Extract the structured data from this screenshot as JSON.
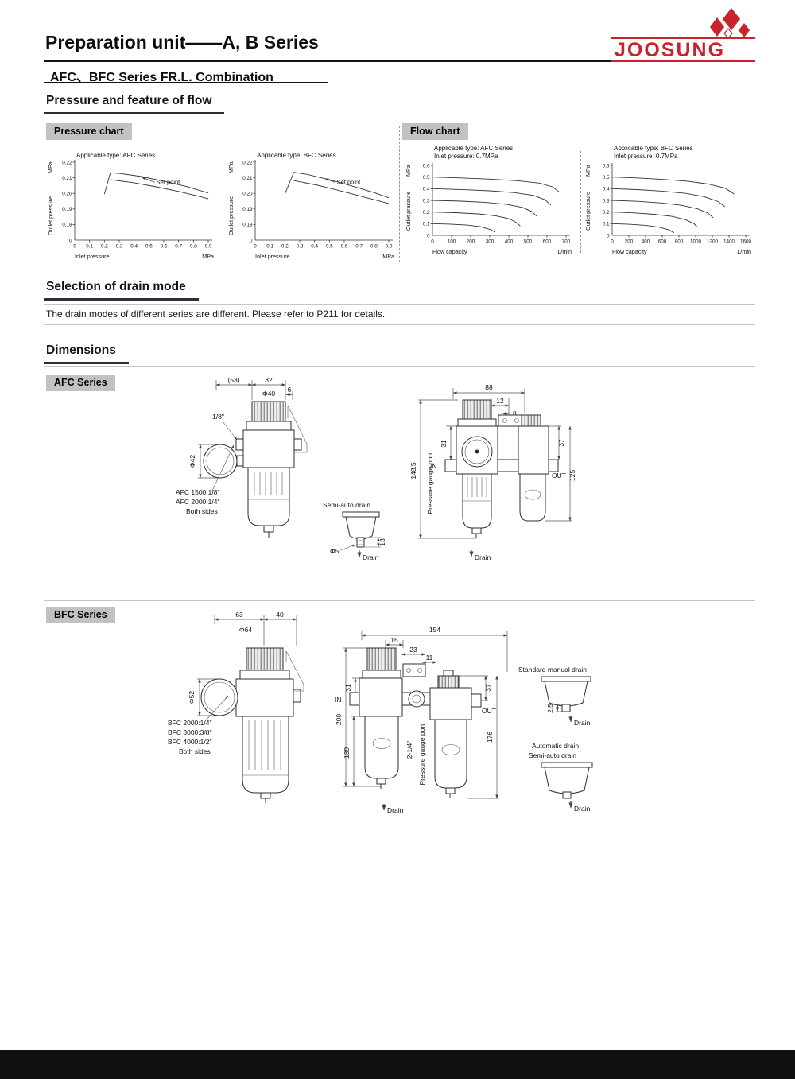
{
  "header": {
    "title": "Preparation unit——A, B Series",
    "subtitle": "AFC、BFC Series FR.L. Combination",
    "logo_text": "JOOSUNG"
  },
  "sections": {
    "flow_feature": "Pressure and feature of flow",
    "drain_mode": "Selection of drain mode",
    "drain_note": "The drain modes of different series are different. Please refer to P211 for details.",
    "dimensions": "Dimensions"
  },
  "labels": {
    "pressure_chart": "Pressure chart",
    "flow_chart": "Flow chart",
    "afc_series": "AFC Series",
    "bfc_series": "BFC Series"
  },
  "chart_data": [
    {
      "id": "p-afc",
      "type": "line",
      "title": "Applicable type: AFC Series",
      "xlabel": "Inlet pressure",
      "x_unit": "MPa",
      "ylabel": "Outlet pressure",
      "y_unit": "MPa",
      "xticks": [
        "0",
        "0.1",
        "0.2",
        "0.3",
        "0.4",
        "0.5",
        "0.6",
        "0.7",
        "0.8",
        "0.9"
      ],
      "yticks": [
        "0",
        "0.18",
        "0.19",
        "0.20",
        "0.21",
        "0.22"
      ],
      "series": [
        {
          "points": [
            [
              0.2,
              0.1995
            ],
            [
              0.24,
              0.2132
            ],
            [
              0.3,
              0.2128
            ],
            [
              0.45,
              0.2108
            ],
            [
              0.6,
              0.2078
            ],
            [
              0.75,
              0.2045
            ],
            [
              0.9,
              0.2002
            ]
          ]
        },
        {
          "points": [
            [
              0.24,
              0.2088
            ],
            [
              0.4,
              0.2068
            ],
            [
              0.55,
              0.2042
            ],
            [
              0.7,
              0.2012
            ],
            [
              0.85,
              0.1978
            ],
            [
              0.9,
              0.1965
            ]
          ]
        }
      ],
      "annotations": [
        {
          "text": "Set point",
          "tx": 0.55,
          "ty": 0.206,
          "ax": 0.45,
          "ay": 0.2105
        }
      ]
    },
    {
      "id": "p-bfc",
      "type": "line",
      "title": "Applicable type: BFC Series",
      "xlabel": "Inlet pressure",
      "x_unit": "MPa",
      "ylabel": "Outlet pressure",
      "y_unit": "MPa",
      "xticks": [
        "0",
        "0.1",
        "0.2",
        "0.3",
        "0.4",
        "0.5",
        "0.6",
        "0.7",
        "0.8",
        "0.9"
      ],
      "yticks": [
        "0",
        "0.18",
        "0.19",
        "0.20",
        "0.21",
        "0.22"
      ],
      "series": [
        {
          "points": [
            [
              0.2,
              0.1995
            ],
            [
              0.26,
              0.2135
            ],
            [
              0.35,
              0.2122
            ],
            [
              0.5,
              0.2088
            ],
            [
              0.65,
              0.2048
            ],
            [
              0.8,
              0.2005
            ],
            [
              0.9,
              0.1972
            ]
          ]
        },
        {
          "points": [
            [
              0.26,
              0.2082
            ],
            [
              0.42,
              0.2052
            ],
            [
              0.58,
              0.2015
            ],
            [
              0.75,
              0.1972
            ],
            [
              0.9,
              0.1935
            ]
          ]
        }
      ],
      "annotations": [
        {
          "text": "Set point",
          "tx": 0.55,
          "ty": 0.206,
          "ax": 0.47,
          "ay": 0.2095
        }
      ]
    },
    {
      "id": "f-afc",
      "type": "line",
      "title": "Applicable type: AFC Series",
      "title2": "Inlet pressure: 0.7MPa",
      "xlabel": "Flow capacity",
      "x_unit": "L/min",
      "ylabel": "Outlet pressure",
      "y_unit": "MPa",
      "xticks": [
        "0",
        "100",
        "200",
        "300",
        "400",
        "500",
        "600",
        "700"
      ],
      "yticks": [
        "0",
        "0.1",
        "0.2",
        "0.3",
        "0.4",
        "0.5",
        "0.6"
      ],
      "series": [
        {
          "points": [
            [
              0,
              0.5
            ],
            [
              150,
              0.492
            ],
            [
              300,
              0.482
            ],
            [
              450,
              0.468
            ],
            [
              560,
              0.448
            ],
            [
              630,
              0.415
            ],
            [
              665,
              0.37
            ]
          ]
        },
        {
          "points": [
            [
              0,
              0.4
            ],
            [
              150,
              0.393
            ],
            [
              300,
              0.382
            ],
            [
              430,
              0.366
            ],
            [
              530,
              0.342
            ],
            [
              590,
              0.305
            ],
            [
              620,
              0.26
            ]
          ]
        },
        {
          "points": [
            [
              0,
              0.3
            ],
            [
              150,
              0.293
            ],
            [
              280,
              0.282
            ],
            [
              390,
              0.265
            ],
            [
              470,
              0.24
            ],
            [
              520,
              0.205
            ],
            [
              545,
              0.165
            ]
          ]
        },
        {
          "points": [
            [
              0,
              0.2
            ],
            [
              120,
              0.194
            ],
            [
              240,
              0.184
            ],
            [
              330,
              0.168
            ],
            [
              400,
              0.143
            ],
            [
              440,
              0.11
            ],
            [
              460,
              0.08
            ]
          ]
        },
        {
          "points": [
            [
              0,
              0.1
            ],
            [
              90,
              0.096
            ],
            [
              180,
              0.088
            ],
            [
              250,
              0.074
            ],
            [
              300,
              0.052
            ],
            [
              330,
              0.028
            ]
          ]
        }
      ],
      "annotations": []
    },
    {
      "id": "f-bfc",
      "type": "line",
      "title": "Applicable type: BFC Series",
      "title2": "Inlet pressure: 0.7MPa",
      "xlabel": "Flow capacity",
      "x_unit": "L/min",
      "xticks": [
        "0",
        "200",
        "400",
        "600",
        "800",
        "1000",
        "1200",
        "1400",
        "1600"
      ],
      "ylabel": "Outlet pressure",
      "y_unit": "MPa",
      "yticks": [
        "0",
        "0.1",
        "0.2",
        "0.3",
        "0.4",
        "0.5",
        "0.6"
      ],
      "series": [
        {
          "points": [
            [
              0,
              0.5
            ],
            [
              300,
              0.492
            ],
            [
              600,
              0.48
            ],
            [
              900,
              0.464
            ],
            [
              1150,
              0.44
            ],
            [
              1350,
              0.405
            ],
            [
              1460,
              0.355
            ]
          ]
        },
        {
          "points": [
            [
              0,
              0.4
            ],
            [
              300,
              0.392
            ],
            [
              600,
              0.379
            ],
            [
              880,
              0.36
            ],
            [
              1100,
              0.332
            ],
            [
              1270,
              0.29
            ],
            [
              1350,
              0.245
            ]
          ]
        },
        {
          "points": [
            [
              0,
              0.3
            ],
            [
              300,
              0.292
            ],
            [
              580,
              0.278
            ],
            [
              830,
              0.258
            ],
            [
              1020,
              0.228
            ],
            [
              1150,
              0.19
            ],
            [
              1210,
              0.15
            ]
          ]
        },
        {
          "points": [
            [
              0,
              0.2
            ],
            [
              250,
              0.193
            ],
            [
              500,
              0.181
            ],
            [
              720,
              0.162
            ],
            [
              880,
              0.134
            ],
            [
              980,
              0.1
            ],
            [
              1020,
              0.07
            ]
          ]
        },
        {
          "points": [
            [
              0,
              0.1
            ],
            [
              200,
              0.095
            ],
            [
              400,
              0.086
            ],
            [
              560,
              0.07
            ],
            [
              680,
              0.047
            ],
            [
              740,
              0.022
            ]
          ]
        }
      ],
      "annotations": []
    }
  ],
  "afc": {
    "dim53": "(53)",
    "dim32": "32",
    "dia40": "Φ40",
    "dim6": "6",
    "thread": "1/8\"",
    "dia42": "Φ42",
    "model1": "AFC 1500:1/8\"",
    "model2": "AFC 2000:1/4\"",
    "both_sides": "Both sides",
    "semi_auto": "Semi-auto drain",
    "dia5": "Φ5",
    "dim13": "13",
    "drain": "Drain",
    "dim88": "88",
    "dim12": "12",
    "dim8": "8",
    "dim31": "31",
    "dim37": "37",
    "dim148": "148.5",
    "dim125": "125",
    "gauge_port": "Pressure gauge port",
    "in_label": "IN",
    "out_label": "OUT"
  },
  "bfc": {
    "dim63": "63",
    "dim40": "40",
    "dia64": "Φ64",
    "dia52": "Φ52",
    "model1": "BFC 2000:1/4\"",
    "model2": "BFC 3000:3/8\"",
    "model3": "BFC 4000:1/2\"",
    "both_sides": "Both sides",
    "dim154": "154",
    "dim15": "15",
    "dim23": "23",
    "dim11": "11",
    "dim31": "31",
    "dim37": "37",
    "dim200": "200",
    "dim139": "139",
    "dim176": "176",
    "thread": "2-1/4\"",
    "gauge_port": "Pressure gauge port",
    "in_label": "IN",
    "out_label": "OUT",
    "drain": "Drain",
    "std_manual": "Standard manual drain",
    "dim2_5": "2.5",
    "auto_drain": "Automatic drain",
    "semi_auto": "Semi-auto drain"
  }
}
